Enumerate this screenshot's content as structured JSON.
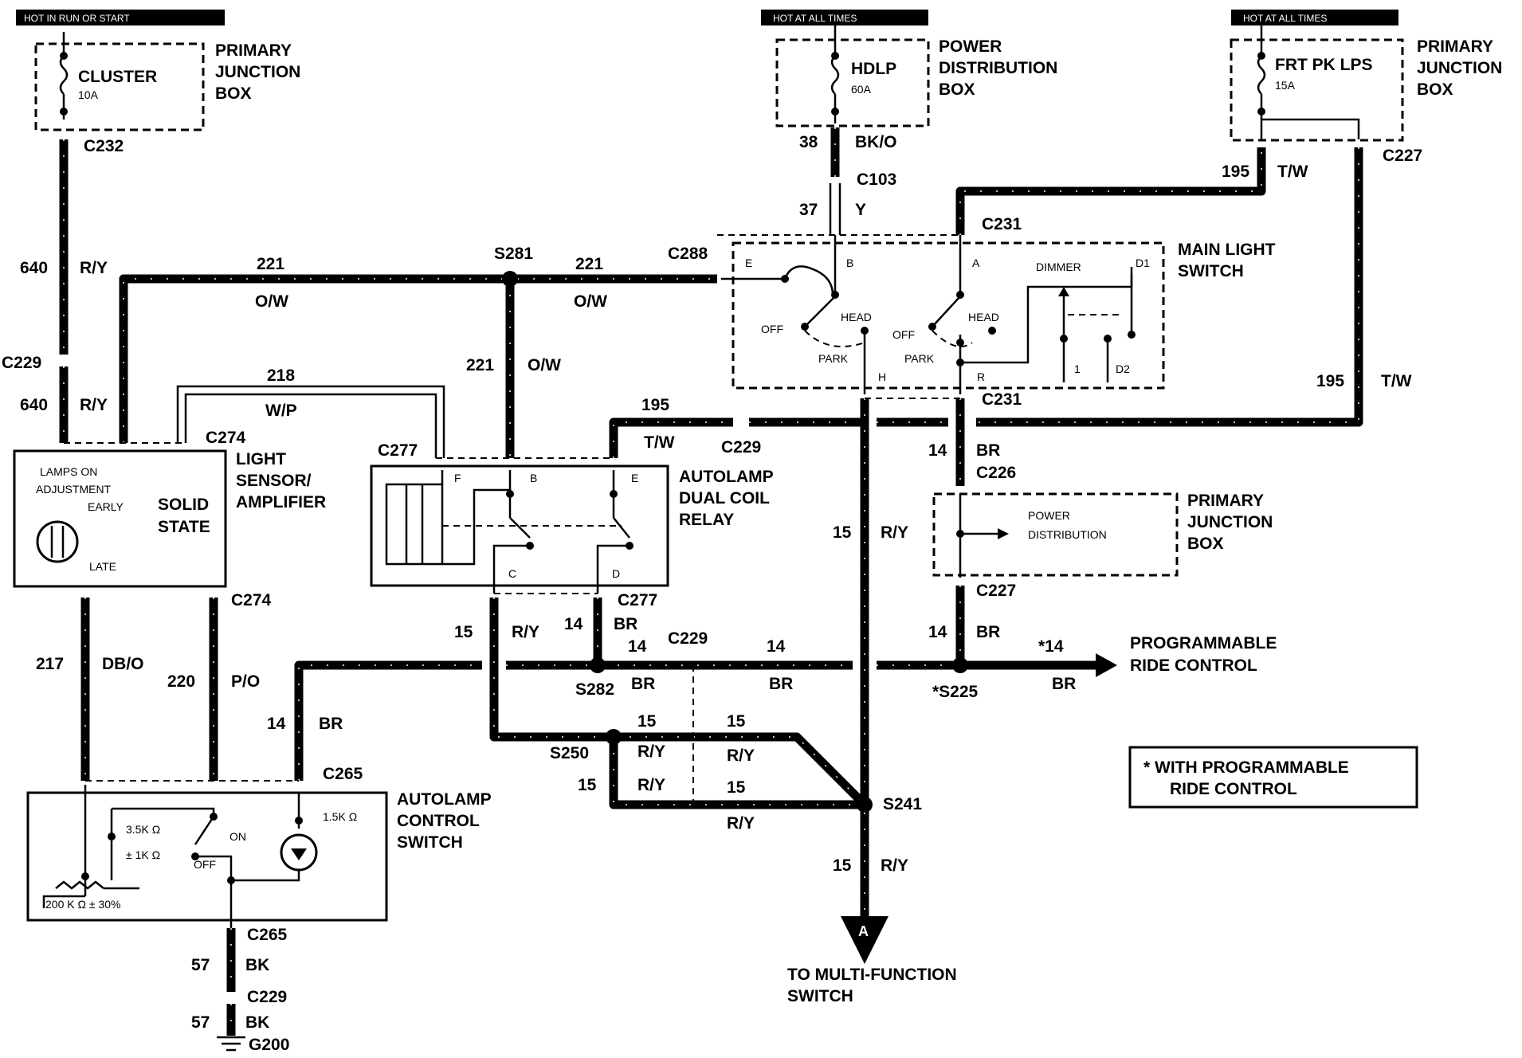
{
  "headers": {
    "left": "HOT IN RUN OR START",
    "center": "HOT AT ALL TIMES",
    "right": "HOT AT ALL TIMES"
  },
  "fuses": {
    "cluster": {
      "name": "CLUSTER",
      "rating": "10A"
    },
    "hdlp": {
      "name": "HDLP",
      "rating": "60A"
    },
    "frt_pk_lps": {
      "name": "FRT PK LPS",
      "rating": "15A"
    }
  },
  "boxes": {
    "pjb_left": [
      "PRIMARY",
      "JUNCTION",
      "BOX"
    ],
    "pdb": [
      "POWER",
      "DISTRIBUTION",
      "BOX"
    ],
    "pjb_right": [
      "PRIMARY",
      "JUNCTION",
      "BOX"
    ],
    "pjb_mid": [
      "PRIMARY",
      "JUNCTION",
      "BOX"
    ],
    "pjb_mid_inner": [
      "POWER",
      "DISTRIBUTION"
    ]
  },
  "components": {
    "main_light_switch": [
      "MAIN LIGHT",
      "SWITCH"
    ],
    "light_sensor": [
      "LIGHT",
      "SENSOR/",
      "AMPLIFIER"
    ],
    "light_sensor_inner": {
      "lamps_on": "LAMPS ON",
      "adjustment": "ADJUSTMENT",
      "early": "EARLY",
      "late": "LATE",
      "solid": "SOLID",
      "state": "STATE"
    },
    "relay": [
      "AUTOLAMP",
      "DUAL COIL",
      "RELAY"
    ],
    "control_switch": [
      "AUTOLAMP",
      "CONTROL",
      "SWITCH"
    ],
    "control_switch_inner": {
      "r1": "3.5K Ω",
      "r1_tol": "± 1K Ω",
      "r2": "1.5K Ω",
      "pot": "200 K Ω ± 30%",
      "on": "ON",
      "off": "OFF"
    },
    "switch_inner": {
      "off1": "OFF",
      "head1": "HEAD",
      "park1": "PARK",
      "off2": "OFF",
      "head2": "HEAD",
      "park2": "PARK",
      "dimmer": "DIMMER",
      "t_e": "E",
      "t_b": "B",
      "t_a": "A",
      "t_d1": "D1",
      "t_h": "H",
      "t_r": "R",
      "t_1": "1",
      "t_d2": "D2"
    },
    "relay_inner": {
      "t_f": "F",
      "t_b": "B",
      "t_e": "E",
      "t_c": "C",
      "t_d": "D"
    }
  },
  "connectors": {
    "c232": "C232",
    "c229a": "C229",
    "c274a": "C274",
    "c274b": "C274",
    "c103": "C103",
    "c231a": "C231",
    "c231b": "C231",
    "c288": "C288",
    "c227a": "C227",
    "c227b": "C227",
    "c226": "C226",
    "c277a": "C277",
    "c277b": "C277",
    "c229b": "C229",
    "c229c": "C229",
    "c265a": "C265",
    "c265b": "C265",
    "c229d": "C229",
    "g200": "G200"
  },
  "splices": {
    "s281": "S281",
    "s282": "S282",
    "s250": "S250",
    "s241": "S241",
    "s225": "*S225"
  },
  "circuits": {
    "w640a": "640",
    "w640a_c": "R/Y",
    "w640b": "640",
    "w640b_c": "R/Y",
    "w221a": "221",
    "w221a_c": "O/W",
    "w221b": "221",
    "w221b_c": "O/W",
    "w221c": "221",
    "w221c_c": "O/W",
    "w218": "218",
    "w218_c": "W/P",
    "w38": "38",
    "w38_c": "BK/O",
    "w37": "37",
    "w37_c": "Y",
    "w195a": "195",
    "w195a_c": "T/W",
    "w195b": "195",
    "w195b_c": "T/W",
    "w195c": "195",
    "w195c_c": "T/W",
    "w14a": "14",
    "w14a_c": "BR",
    "w14b": "14",
    "w14b_c": "BR",
    "w14c": "14",
    "w14c_c": "BR",
    "w14d": "14",
    "w14d_c": "BR",
    "w14e": "14",
    "w14e_c": "BR",
    "w14f": "14",
    "w14f_c": "BR",
    "w14g": "*14",
    "w14g_c": "BR",
    "w15a": "15",
    "w15a_c": "R/Y",
    "w15b": "15",
    "w15b_c": "R/Y",
    "w15c": "15",
    "w15c_c": "R/Y",
    "w15d": "15",
    "w15d_c": "R/Y",
    "w15e": "15",
    "w15e_c": "R/Y",
    "w15f": "15",
    "w15f_c": "R/Y",
    "w15g": "15",
    "w15g_c": "R/Y",
    "w217": "217",
    "w217_c": "DB/O",
    "w220": "220",
    "w220_c": "P/O",
    "w57a": "57",
    "w57a_c": "BK",
    "w57b": "57",
    "w57b_c": "BK"
  },
  "destinations": {
    "prc": [
      "PROGRAMMABLE",
      "RIDE CONTROL"
    ],
    "mfs": [
      "TO MULTI-FUNCTION",
      "SWITCH"
    ],
    "mfs_marker": "A"
  },
  "note": [
    "*  WITH PROGRAMMABLE",
    "RIDE CONTROL"
  ]
}
